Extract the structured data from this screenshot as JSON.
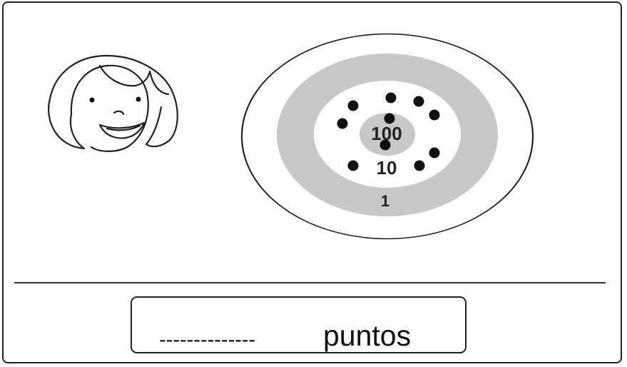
{
  "target": {
    "ring_labels": {
      "inner": "100",
      "middle": "10",
      "outer": "1"
    },
    "colors": {
      "ring_gray": "#c8c8c8",
      "stroke": "#222222",
      "dot": "#111111"
    }
  },
  "answer": {
    "blank": "--------------",
    "unit": "puntos"
  },
  "icons": {
    "face": "girl-face-icon"
  }
}
